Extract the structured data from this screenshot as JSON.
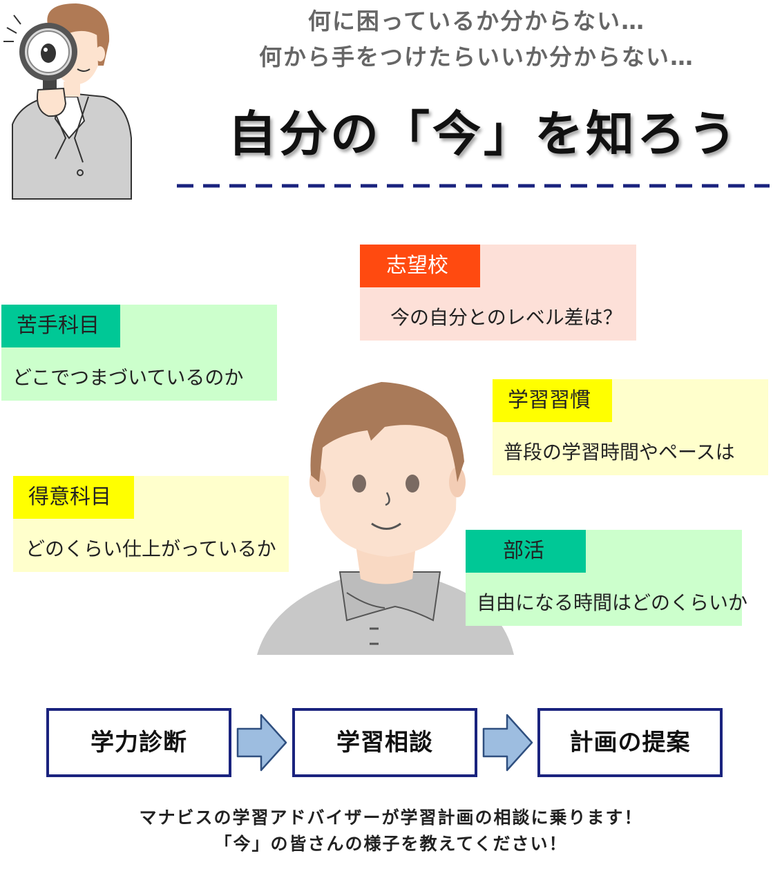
{
  "header": {
    "subtitle_line1": "何に困っているか分からない…",
    "subtitle_line2": "何から手をつけたらいいか分からない…",
    "headline": "自分の「今」を知ろう"
  },
  "cards": {
    "shibo": {
      "tag": "志望校",
      "text": "今の自分とのレベル差は？"
    },
    "nigate": {
      "tag": "苦手科目",
      "text": "どこでつまづいているのか"
    },
    "shukan": {
      "tag": "学習習慣",
      "text": "普段の学習時間やペースは"
    },
    "tokui": {
      "tag": "得意科目",
      "text": "どのくらい仕上がっているか"
    },
    "bukatsu": {
      "tag": "部活",
      "text": "自由になる時間はどのくらいか"
    }
  },
  "steps": [
    "学力診断",
    "学習相談",
    "計画の提案"
  ],
  "footer": {
    "line1": "マナビスの学習アドバイザーが学習計画の相談に乗ります！",
    "line2": "「今」の皆さんの様子を教えてください！"
  },
  "colors": {
    "navy": "#1a237e",
    "orange_red": "#ff4a10",
    "green_tag": "#00c896",
    "yellow_tag": "#ffff00",
    "arrow_fill": "#9dbde0"
  },
  "icons": [
    "magnifier-person-illustration",
    "student-illustration",
    "right-arrow-icon"
  ]
}
